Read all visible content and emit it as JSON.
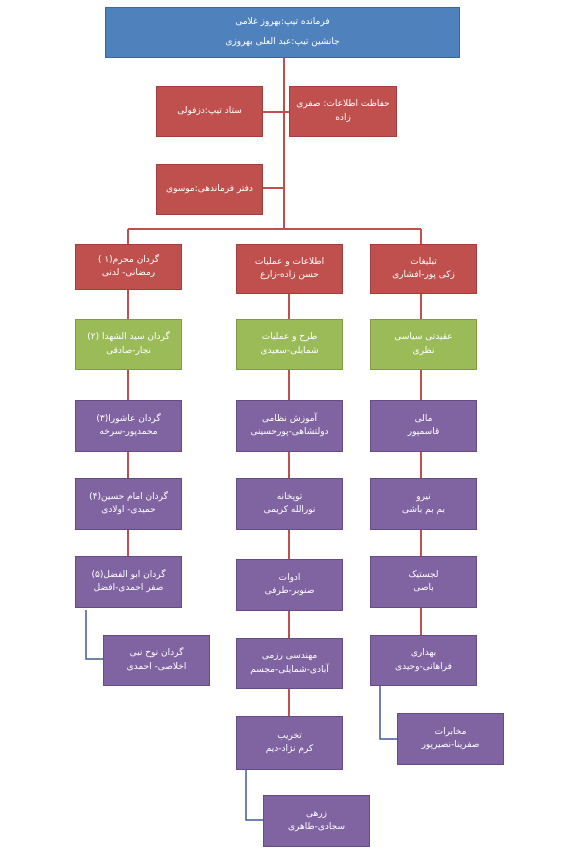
{
  "colors": {
    "blue": "#4f81bd",
    "red": "#c0504d",
    "green": "#9bbb59",
    "purple": "#8064a2",
    "line_red": "#c0504d",
    "line_blue": "#3e5c94"
  },
  "top": {
    "line1": "فرمانده تیپ:بهروز غلامی",
    "line2": "جانشین تیپ:عبد العلی بهروزی"
  },
  "staff": {
    "security": {
      "line1": "حفاظت اطلاعات: صفری",
      "line2": "زاده"
    },
    "hq": {
      "line1": "ستاد تیپ:دزفولی"
    },
    "office": {
      "line1": "دفتر فرماندهی:موسوی"
    }
  },
  "columns": {
    "right": [
      {
        "line1": "تبلیغات",
        "line2": "زکی پور-افشاری"
      },
      {
        "line1": "عقیدتی سیاسی",
        "line2": "نظری"
      },
      {
        "line1": "مالی",
        "line2": "قاسمپور"
      },
      {
        "line1": "نیرو",
        "line2": "بم بم باشی"
      },
      {
        "line1": "لجستیک",
        "line2": "باصی"
      },
      {
        "line1": "بهداری",
        "line2": "فراهانی-وحیدی"
      },
      {
        "line1": "مخابرات",
        "line2": "صفرینا-نصیرپور"
      }
    ],
    "middle": [
      {
        "line1": "اطلاعات و عملیات",
        "line2": "حسن زاده-زارع"
      },
      {
        "line1": "طرح و عملیات",
        "line2": "شمایلی-سعیدی"
      },
      {
        "line1": "آموزش نظامی",
        "line2": "دولتشاهی-پورحسینی"
      },
      {
        "line1": "توپخانه",
        "line2": "نورالله کریمی"
      },
      {
        "line1": "ادوات",
        "line2": "صنوبر-طرفی"
      },
      {
        "line1": "مهندسی رزمی",
        "line2": "آبادی-شمایلی-مجسم"
      },
      {
        "line1": "تخریب",
        "line2": "کرم نژاد-دیم"
      },
      {
        "line1": "زرهی",
        "line2": "سجادی-طاهری"
      }
    ],
    "left": [
      {
        "line1": "گردان محرم(۱ )",
        "line2": "رمضانی- لدنی"
      },
      {
        "line1": "گردان سید الشهدا (۲)",
        "line2": "نجار-صادقی"
      },
      {
        "line1": "گردان عاشورا(۳)",
        "line2": "محمدپور-سرخه"
      },
      {
        "line1": "گردان امام حسین(۴)",
        "line2": "حمیدی- اولادی"
      },
      {
        "line1": "گردان ابو الفضل(۵)",
        "line2": "صفر احمدی-افضل"
      },
      {
        "line1": "گردان نوح نبی",
        "line2": "اخلاصی- احمدی"
      }
    ]
  }
}
